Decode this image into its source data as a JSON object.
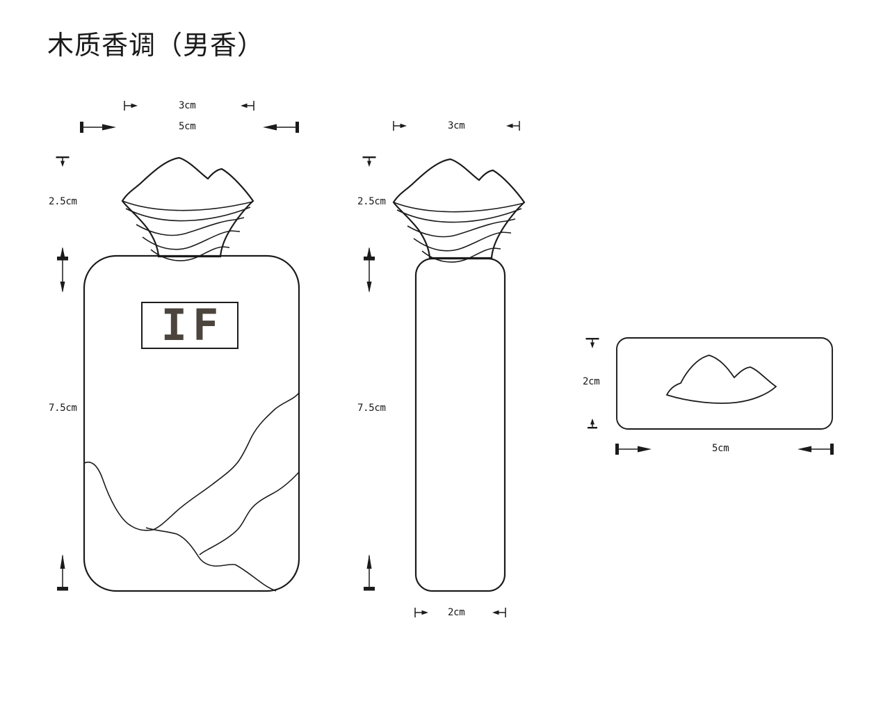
{
  "title": "木质香调（男香）",
  "brand_label": "IF",
  "colors": {
    "line": "#1b1b1b",
    "brand_text": "#4c453d",
    "background": "#ffffff"
  },
  "views": {
    "front": {
      "name": "front-view-bottle",
      "cap_width": "3cm",
      "body_width": "5cm",
      "cap_height": "2.5cm",
      "body_height": "7.5cm"
    },
    "side": {
      "name": "side-view-bottle",
      "cap_width": "3cm",
      "cap_height": "2.5cm",
      "body_height": "7.5cm",
      "body_depth": "2cm"
    },
    "top": {
      "name": "top-view-bottle",
      "depth": "2cm",
      "width": "5cm"
    }
  }
}
